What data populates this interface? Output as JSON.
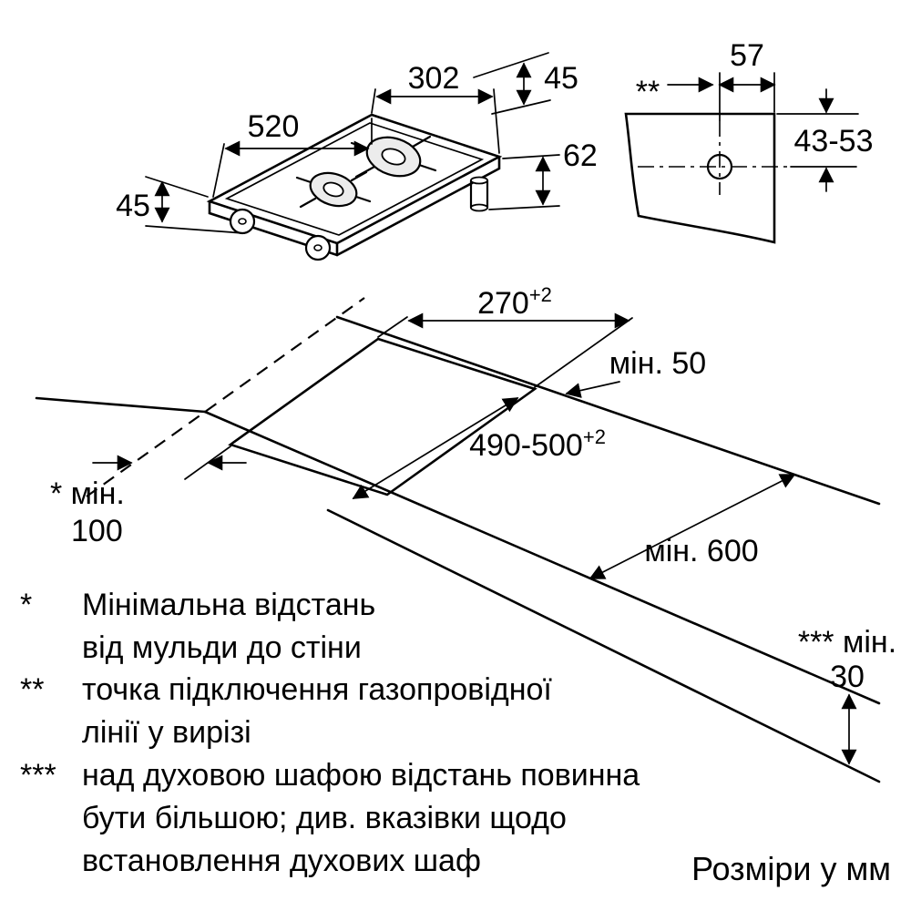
{
  "hob": {
    "w302": "302",
    "d520": "520",
    "h45l": "45",
    "h45r": "45",
    "h62": "62"
  },
  "section": {
    "marker": "**",
    "w57": "57",
    "h4353": "43-53"
  },
  "worktop": {
    "cut_w": "270",
    "cut_w_tol": "+2",
    "cut_d": "490-500",
    "cut_d_tol": "+2",
    "min_back": "мін. 50",
    "min_side_l1": "* мін.",
    "min_side_l2": "100",
    "min_depth": "мін. 600",
    "min_oven_l1": "*** мін.",
    "min_oven_l2": "30"
  },
  "footnotes": [
    {
      "marker": "*",
      "l1": "Мінімальна відстань",
      "l2": "від мульди до стіни"
    },
    {
      "marker": "**",
      "l1": "точка підключення газопровідної",
      "l2": "лінії у вирізі"
    },
    {
      "marker": "***",
      "l1": "над духовою шафою відстань повинна",
      "l2": "бути більшою; див. вказівки щодо",
      "l3": "встановлення духових шаф"
    }
  ],
  "units_note": "Розміри у мм"
}
